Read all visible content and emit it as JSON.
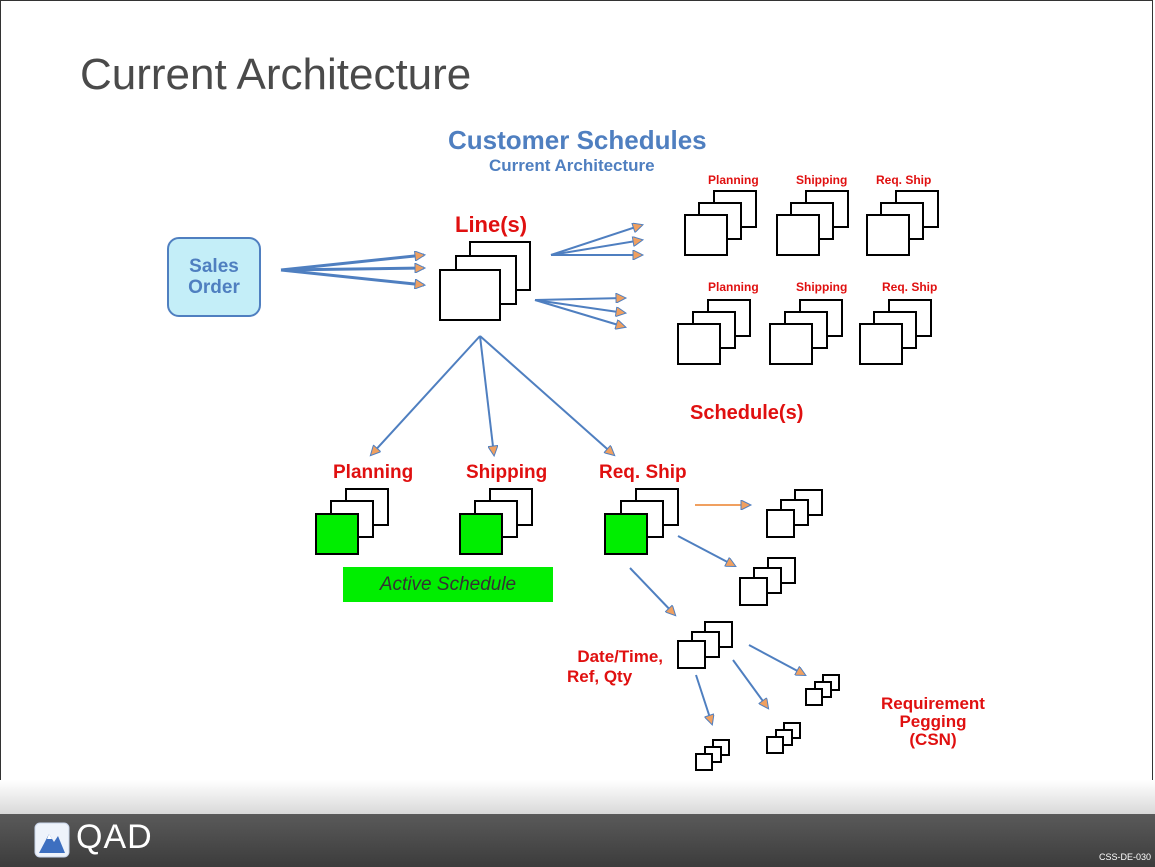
{
  "title": "Current Architecture",
  "subtitle": {
    "main": "Customer Schedules",
    "sub": "Current Architecture"
  },
  "sales_order": {
    "line1": "Sales",
    "line2": "Order"
  },
  "lines_label": "Line(s)",
  "top_row_labels": [
    "Planning",
    "Shipping",
    "Req. Ship"
  ],
  "mid_row_labels": [
    "Planning",
    "Shipping",
    "Req. Ship"
  ],
  "schedules_label": "Schedule(s)",
  "bottom_labels": [
    "Planning",
    "Shipping",
    "Req. Ship"
  ],
  "active_schedule": "Active Schedule",
  "date_label": {
    "line1": "Date/Time,",
    "line2": "Ref, Qty"
  },
  "pegging_label": {
    "line1": "Requirement",
    "line2": "Pegging",
    "line3": "(CSN)"
  },
  "footer": {
    "logo": "QAD",
    "code": "CSS-DE-030"
  },
  "colors": {
    "blue": "#4f7fc0",
    "red": "#e01010",
    "green": "#00ee00",
    "arrowhead": "#f0a060",
    "sales_fill": "#c4eef8"
  }
}
